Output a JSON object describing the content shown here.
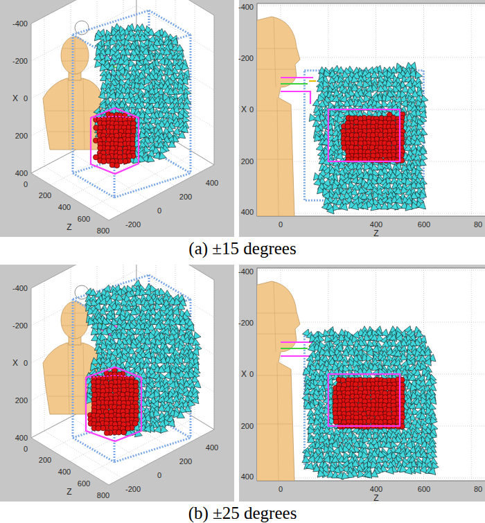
{
  "diagram": {
    "labels": [
      "-400",
      "-200",
      "X",
      "0",
      "200",
      "400",
      "0",
      "200",
      "400",
      "Z",
      "600",
      "800",
      "-200",
      "0",
      "200",
      "400",
      "-400",
      "-200",
      "X",
      "0",
      "200",
      "400",
      "0",
      "400",
      "Z",
      "600",
      "80",
      "(a) ±15 degrees",
      "-400",
      "-200",
      "X",
      "0",
      "200",
      "400",
      "0",
      "200",
      "400",
      "Z",
      "600",
      "800",
      "-200",
      "0",
      "200",
      "400",
      "-400",
      "-200",
      "X",
      "0",
      "200",
      "400",
      "0",
      "400",
      "Z",
      "600",
      "80",
      "(b) ±25 degrees"
    ]
  }
}
